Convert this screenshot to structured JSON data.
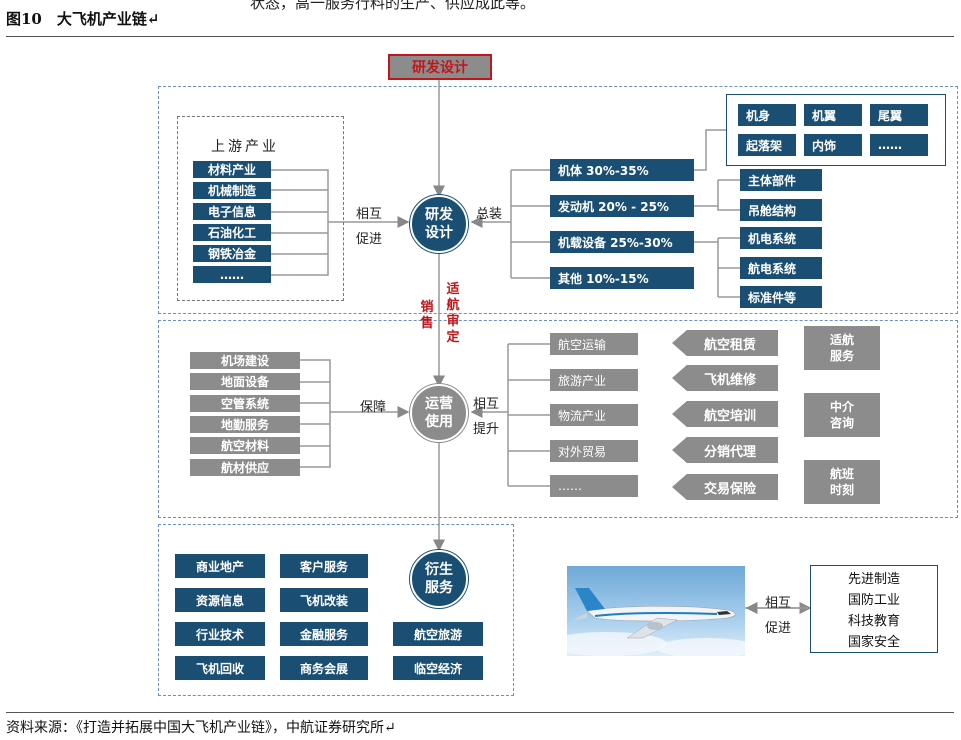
{
  "header": {
    "cut_text": "状态，高一服务行料的生产、供应成此等。",
    "figure_title": "图10　大飞机产业链↵"
  },
  "top_label": "研发设计",
  "upstream": {
    "title": "上游产业",
    "items": [
      "材料产业",
      "机械制造",
      "电子信息",
      "石油化工",
      "钢铁冶金",
      "……"
    ],
    "relation": [
      "相互",
      "促进"
    ]
  },
  "rd_circle": [
    "研发",
    "设计"
  ],
  "assembly_label": "总装",
  "body_parts": [
    "机体 30%-35%",
    "发动机 20% - 25%",
    "机载设备 25%-30%",
    "其他 10%-15%"
  ],
  "airframe_parts": [
    "机身",
    "机翼",
    "尾翼",
    "起落架",
    "内饰",
    "……"
  ],
  "engine_parts": [
    "主体部件",
    "吊舱结构"
  ],
  "avionics_parts": [
    "机电系统",
    "航电系统",
    "标准件等"
  ],
  "red_labels": {
    "left": [
      "销",
      "售"
    ],
    "right": [
      "适",
      "航",
      "审",
      "定"
    ]
  },
  "support": {
    "items": [
      "机场建设",
      "地面设备",
      "空管系统",
      "地勤服务",
      "航空材料",
      "航材供应"
    ],
    "relation": "保障"
  },
  "ops_circle": [
    "运营",
    "使用"
  ],
  "ops_relation": [
    "相互",
    "提升"
  ],
  "ops_items": [
    "航空运输",
    "旅游产业",
    "物流产业",
    "对外贸易",
    "……"
  ],
  "service_arrows": [
    "航空租赁",
    "飞机维修",
    "航空培训",
    "分销代理",
    "交易保险"
  ],
  "service_boxes": [
    [
      "适航",
      "服务"
    ],
    [
      "中介",
      "咨询"
    ],
    [
      "航班",
      "时刻"
    ]
  ],
  "derived_circle": [
    "衍生",
    "服务"
  ],
  "derived_items": [
    "商业地产",
    "客户服务",
    "资源信息",
    "飞机改装",
    "行业技术",
    "金融服务",
    "航空旅游",
    "飞机回收",
    "商务会展",
    "临空经济"
  ],
  "plane_relation": [
    "相互",
    "促进"
  ],
  "national_items": [
    "先进制造",
    "国防工业",
    "科技教育",
    "国家安全"
  ],
  "source": "资料来源：《打造并拓展中国大飞机产业链》，中航证券研究所↵",
  "colors": {
    "navy": "#1a4f73",
    "gray": "#8c8c8c",
    "red": "#c0161c",
    "region_border": "#6b8fbf"
  }
}
